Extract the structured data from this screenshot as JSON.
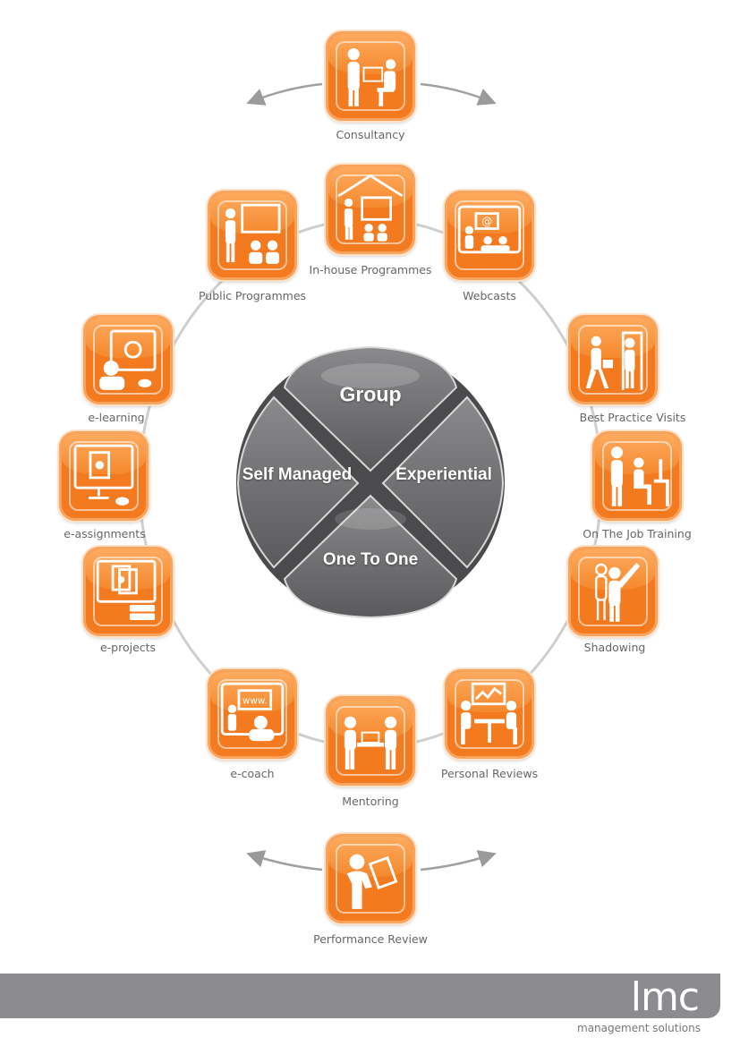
{
  "colors": {
    "tile": "#f47a20",
    "segment": "#6e6e70",
    "ring": "#c8c8c8",
    "footer": "#8c8b8f"
  },
  "center": {
    "top": "Group",
    "left": "Self Managed",
    "right": "Experiential",
    "bottom": "One To One"
  },
  "nodes": [
    {
      "id": "consultancy",
      "label": "Consultancy",
      "icon": "consultation-icon"
    },
    {
      "id": "in-house",
      "label": "In-house Programmes",
      "icon": "house-presentation-icon"
    },
    {
      "id": "public",
      "label": "Public Programmes",
      "icon": "presenter-audience-icon"
    },
    {
      "id": "webcasts",
      "label": "Webcasts",
      "icon": "webcast-screen-icon"
    },
    {
      "id": "e-learning",
      "label": "e-learning",
      "icon": "computer-learner-icon"
    },
    {
      "id": "best-practice",
      "label": "Best Practice Visits",
      "icon": "visitor-door-icon"
    },
    {
      "id": "e-assignments",
      "label": "e-assignments",
      "icon": "monitor-document-icon"
    },
    {
      "id": "on-the-job",
      "label": "On The Job Training",
      "icon": "desk-trainer-icon"
    },
    {
      "id": "e-projects",
      "label": "e-projects",
      "icon": "monitor-files-icon"
    },
    {
      "id": "shadowing",
      "label": "Shadowing",
      "icon": "shadowing-people-icon"
    },
    {
      "id": "e-coach",
      "label": "e-coach",
      "icon": "web-coach-icon"
    },
    {
      "id": "personal-reviews",
      "label": "Personal Reviews",
      "icon": "review-chart-icon"
    },
    {
      "id": "mentoring",
      "label": "Mentoring",
      "icon": "mentor-pair-icon"
    },
    {
      "id": "performance-review",
      "label": "Performance Review",
      "icon": "clipboard-person-icon"
    }
  ],
  "footer": {
    "logo": "lmc",
    "tagline": "management solutions"
  }
}
